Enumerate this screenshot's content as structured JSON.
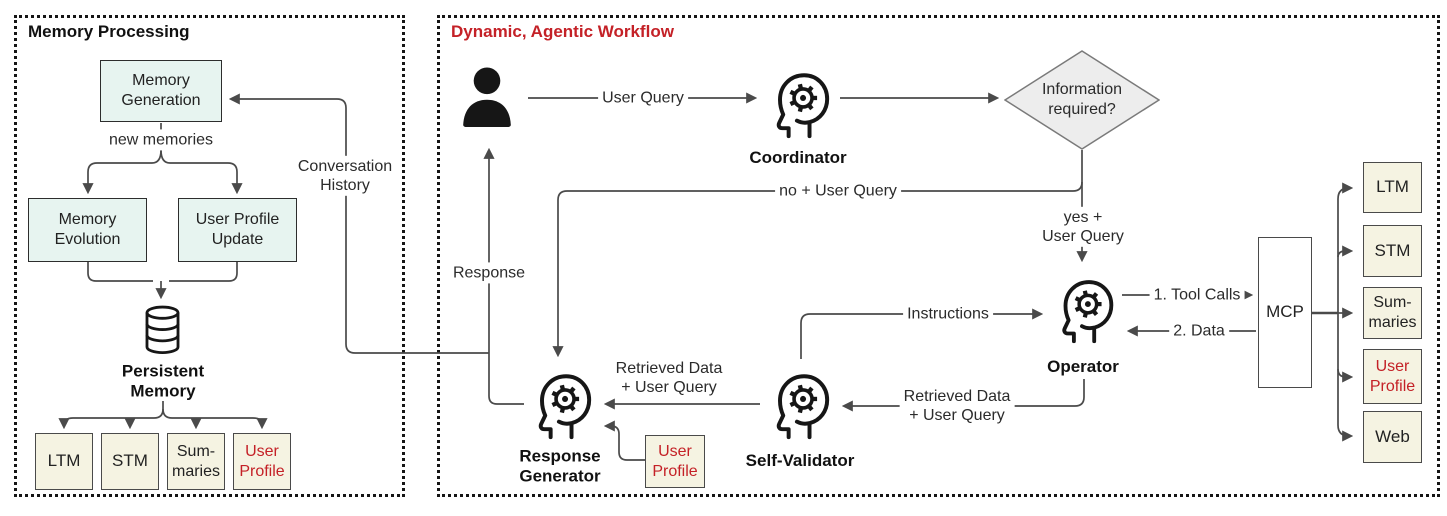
{
  "colors": {
    "accent_red": "#c42127",
    "mint_box": "#e7f4f0",
    "cream_box": "#f5f3e2",
    "diamond_fill": "#ededed",
    "line": "#4a4a4a"
  },
  "memory_panel": {
    "title": "Memory Processing",
    "memory_generation": "Memory\nGeneration",
    "new_memories": "new memories",
    "memory_evolution": "Memory\nEvolution",
    "user_profile_update": "User Profile\nUpdate",
    "persistent_memory": "Persistent\nMemory",
    "conversation_history": "Conversation\nHistory",
    "stores": {
      "ltm": "LTM",
      "stm": "STM",
      "summaries": "Sum-\nmaries",
      "user_profile": "User\nProfile"
    }
  },
  "workflow_panel": {
    "title": "Dynamic, Agentic Workflow",
    "user_query": "User Query",
    "coordinator": "Coordinator",
    "decision": "Information\nrequired?",
    "no_branch": "no + User Query",
    "yes_branch": "yes +\nUser Query",
    "operator": "Operator",
    "tool_calls": "1. Tool Calls",
    "data_return": "2. Data",
    "mcp": "MCP",
    "instructions": "Instructions",
    "retrieved_to_validator": "Retrieved Data\n+ User Query",
    "retrieved_to_generator": "Retrieved Data\n+ User Query",
    "self_validator": "Self-Validator",
    "response_generator": "Response\nGenerator",
    "response": "Response",
    "user_profile_box": "User\nProfile",
    "mcp_targets": {
      "ltm": "LTM",
      "stm": "STM",
      "summaries": "Sum-\nmaries",
      "user_profile": "User\nProfile",
      "web": "Web"
    }
  }
}
